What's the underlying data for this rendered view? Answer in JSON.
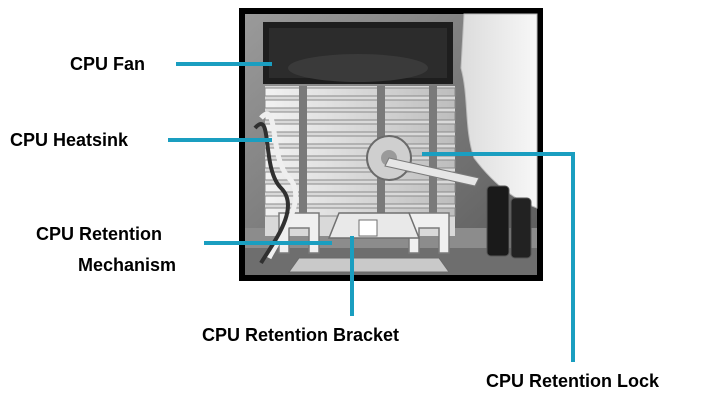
{
  "labels": {
    "cpu_fan": "CPU Fan",
    "cpu_heatsink": "CPU Heatsink",
    "retention_mechanism_line1": "CPU Retention",
    "retention_mechanism_line2": "Mechanism",
    "retention_bracket": "CPU Retention Bracket",
    "retention_lock": "CPU Retention Lock"
  },
  "colors": {
    "leader_line": "#1a9ec0",
    "photo_frame": "#000000",
    "text": "#000000"
  }
}
